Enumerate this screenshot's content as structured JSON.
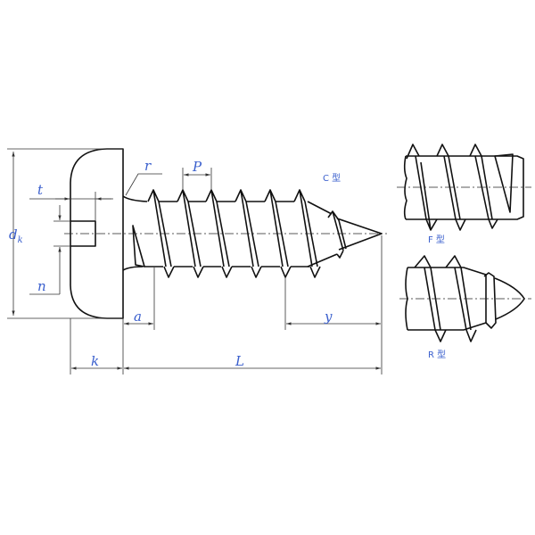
{
  "drawing": {
    "labels": {
      "r": "r",
      "P": "P",
      "t": "t",
      "dk_main": "d",
      "dk_sub": "k",
      "n": "n",
      "a": "a",
      "y": "y",
      "k": "k",
      "L": "L"
    },
    "types": {
      "c": "C 型",
      "f": "F 型",
      "r": "R 型"
    },
    "label_color": "#3a5fcd"
  }
}
